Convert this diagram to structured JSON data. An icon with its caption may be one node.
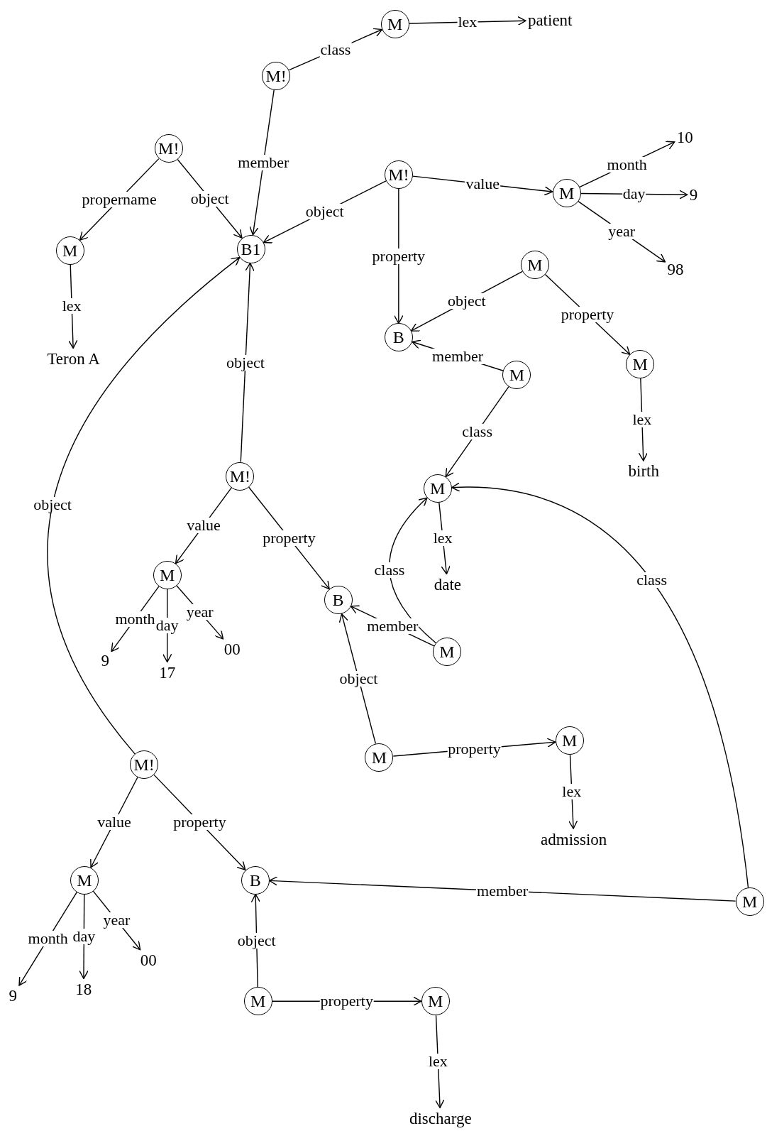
{
  "diagram": {
    "nodes": [
      {
        "text": [
          "M"
        ]
      },
      {
        "text": [
          "patient"
        ]
      },
      {
        "text": [
          "M!"
        ]
      },
      {
        "text": [
          "M!"
        ]
      },
      {
        "text": [
          "M"
        ]
      },
      {
        "text": [
          "Teron A"
        ]
      },
      {
        "text": [
          "B1"
        ]
      },
      {
        "text": [
          "M!"
        ]
      },
      {
        "text": [
          "M"
        ]
      },
      {
        "text": [
          "10"
        ]
      },
      {
        "text": [
          "9"
        ]
      },
      {
        "text": [
          "98"
        ]
      },
      {
        "text": [
          "M"
        ]
      },
      {
        "text": [
          "B"
        ]
      },
      {
        "text": [
          "M"
        ]
      },
      {
        "text": [
          "birth"
        ]
      },
      {
        "text": [
          "M"
        ]
      },
      {
        "text": [
          "M"
        ]
      },
      {
        "text": [
          "date"
        ]
      },
      {
        "text": [
          "M!"
        ]
      },
      {
        "text": [
          "M"
        ]
      },
      {
        "text": [
          "9"
        ]
      },
      {
        "text": [
          "17"
        ]
      },
      {
        "text": [
          "00"
        ]
      },
      {
        "text": [
          "B"
        ]
      },
      {
        "text": [
          "M"
        ]
      },
      {
        "text": [
          "M"
        ]
      },
      {
        "text": [
          "M"
        ]
      },
      {
        "text": [
          "admission"
        ]
      },
      {
        "text": [
          "M!"
        ]
      },
      {
        "text": [
          "M"
        ]
      },
      {
        "text": [
          "9"
        ]
      },
      {
        "text": [
          "18"
        ]
      },
      {
        "text": [
          "00"
        ]
      },
      {
        "text": [
          "B"
        ]
      },
      {
        "text": [
          "M"
        ]
      },
      {
        "text": [
          "M"
        ]
      },
      {
        "text": [
          "M"
        ]
      },
      {
        "text": [
          "discharge"
        ]
      }
    ],
    "edges": [
      {
        "from": 0,
        "to": 1,
        "arrow": "to",
        "label": "lex"
      },
      {
        "from": 2,
        "to": 0,
        "arrow": "to",
        "label": "class"
      },
      {
        "from": 2,
        "to": 6,
        "arrow": "to",
        "label": "member"
      },
      {
        "from": 3,
        "to": 4,
        "arrow": "to",
        "label": "propername"
      },
      {
        "from": 3,
        "to": 6,
        "arrow": "to",
        "label": "object"
      },
      {
        "from": 4,
        "to": 5,
        "arrow": "to",
        "label": "lex"
      },
      {
        "from": 7,
        "to": 6,
        "arrow": "to",
        "label": "object"
      },
      {
        "from": 7,
        "to": 8,
        "arrow": "to",
        "label": "value"
      },
      {
        "from": 7,
        "to": 13,
        "arrow": "to",
        "label": "property"
      },
      {
        "from": 8,
        "to": 9,
        "arrow": "to",
        "label": "month"
      },
      {
        "from": 8,
        "to": 10,
        "arrow": "to",
        "label": "day"
      },
      {
        "from": 8,
        "to": 11,
        "arrow": "to",
        "label": "year"
      },
      {
        "from": 12,
        "to": 13,
        "arrow": "to",
        "label": "object"
      },
      {
        "from": 12,
        "to": 14,
        "arrow": "to",
        "label": "property"
      },
      {
        "from": 14,
        "to": 15,
        "arrow": "to",
        "label": "lex"
      },
      {
        "from": 16,
        "to": 13,
        "arrow": "to",
        "label": "member"
      },
      {
        "from": 16,
        "to": 17,
        "arrow": "to",
        "label": "class"
      },
      {
        "from": 17,
        "to": 18,
        "arrow": "to",
        "label": "lex"
      },
      {
        "from": 19,
        "to": 6,
        "arrow": "to",
        "label": "object"
      },
      {
        "from": 19,
        "to": 20,
        "arrow": "to",
        "label": "value"
      },
      {
        "from": 19,
        "to": 24,
        "arrow": "to",
        "label": "property"
      },
      {
        "from": 20,
        "to": 21,
        "arrow": "to",
        "label": "month"
      },
      {
        "from": 20,
        "to": 22,
        "arrow": "to",
        "label": "day"
      },
      {
        "from": 20,
        "to": 23,
        "arrow": "to",
        "label": "year"
      },
      {
        "from": 25,
        "to": 24,
        "arrow": "to",
        "label": "member"
      },
      {
        "from": 25,
        "to": 17,
        "arrow": "to",
        "label": "class"
      },
      {
        "from": 26,
        "to": 24,
        "arrow": "to",
        "label": "object"
      },
      {
        "from": 26,
        "to": 27,
        "arrow": "to",
        "label": "property"
      },
      {
        "from": 27,
        "to": 28,
        "arrow": "to",
        "label": "lex"
      },
      {
        "from": 29,
        "to": 6,
        "arrow": "to",
        "label": "object"
      },
      {
        "from": 29,
        "to": 30,
        "arrow": "to",
        "label": "value"
      },
      {
        "from": 29,
        "to": 34,
        "arrow": "to",
        "label": "property"
      },
      {
        "from": 30,
        "to": 31,
        "arrow": "to",
        "label": "month"
      },
      {
        "from": 30,
        "to": 32,
        "arrow": "to",
        "label": "day"
      },
      {
        "from": 30,
        "to": 33,
        "arrow": "to",
        "label": "year"
      },
      {
        "from": 35,
        "to": 34,
        "arrow": "to",
        "label": "member"
      },
      {
        "from": 35,
        "to": 17,
        "arrow": "to",
        "label": "class"
      },
      {
        "from": 36,
        "to": 34,
        "arrow": "to",
        "label": "object"
      },
      {
        "from": 36,
        "to": 37,
        "arrow": "to",
        "label": "property"
      },
      {
        "from": 37,
        "to": 38,
        "arrow": "to",
        "label": "lex"
      }
    ]
  }
}
